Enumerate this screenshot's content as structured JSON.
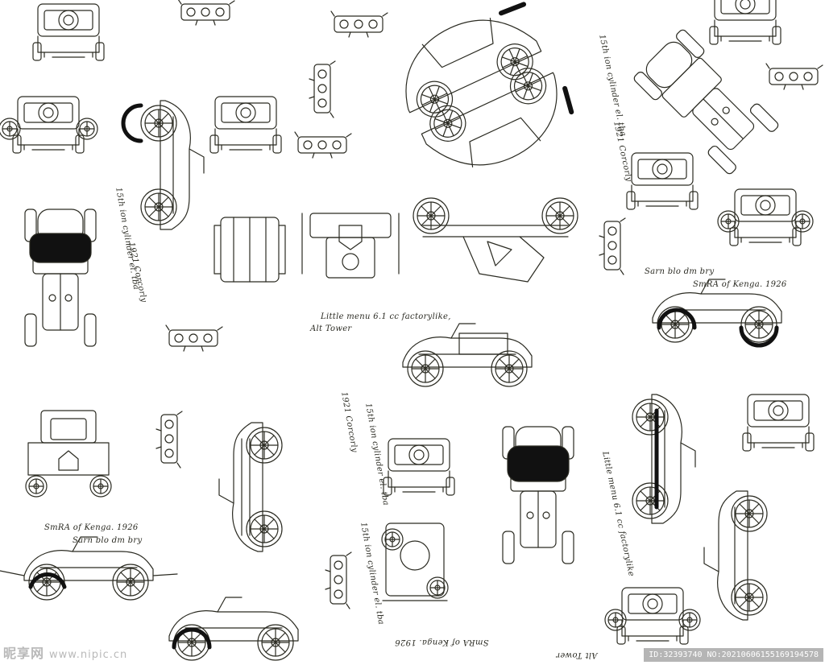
{
  "pattern": {
    "line_color": "#2b2b22",
    "fill_color": "#111111",
    "background": "#ffffff"
  },
  "notes": {
    "n1": "15th ion cylinder el. tba",
    "n2": "1921 Corcorly",
    "n3": "Little menu 6.1 cc factorylike,",
    "n4": "Alt Tower",
    "n5": "SmRA of Kenga. 1926",
    "n6": "Sarn blo dm bry",
    "n7": "1921 Corcorly",
    "n8": "15th ion cylinder el. tba",
    "n9": "SmRA of Kenga. 1926",
    "n10": "Sarn blo dm bry",
    "n11": "15th ion cylinder el. tba",
    "n12": "1921 Corcorly",
    "n13": "SmRA of Kenga. 1926",
    "n14": "15th ion cylinder el. tba",
    "n15": "Alt Tower",
    "n16": "Little menu 6.1 cc factorylike"
  },
  "watermark": {
    "brand": "昵享网",
    "url": "www.nipic.cn",
    "id": "ID:32393740 NO:20210606155169194578"
  }
}
